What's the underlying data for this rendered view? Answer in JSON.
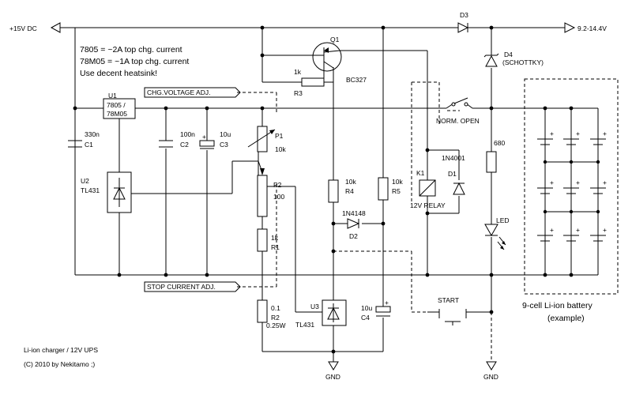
{
  "notes": {
    "line1": "7805 = ~2A top chg. current",
    "line2": "78M05 = ~1A top chg. current",
    "line3": "Use decent heatsink!"
  },
  "rails": {
    "vin": "+15V DC",
    "vout": "9.2-14.4V",
    "gnd1": "GND",
    "gnd2": "GND"
  },
  "title": {
    "line1": "Li-ion charger / 12V UPS",
    "line2": "(C) 2010 by Nekitamo ;)"
  },
  "adjust": {
    "chg": "CHG.VOLTAGE ADJ.",
    "stop": "STOP CURRENT ADJ."
  },
  "battery": {
    "line1": "9-cell Li-ion battery",
    "line2": "(example)"
  },
  "switch": {
    "start": "START",
    "relay_contact": "NORM. OPEN"
  },
  "components": {
    "u1": {
      "ref": "U1",
      "val1": "7805 /",
      "val2": "78M05"
    },
    "u2": {
      "ref": "U2",
      "val": "TL431"
    },
    "u3": {
      "ref": "U3",
      "val": "TL431"
    },
    "q1": {
      "ref": "Q1",
      "val": "BC327"
    },
    "c1": {
      "ref": "C1",
      "val": "330n"
    },
    "c2": {
      "ref": "C2",
      "val": "100n"
    },
    "c3": {
      "ref": "C3",
      "val": "10u"
    },
    "c4": {
      "ref": "C4",
      "val": "10u"
    },
    "r1": {
      "ref": "R1",
      "val": "1k"
    },
    "r2": {
      "ref": "R2",
      "val": "0.1",
      "val2": "0.25W"
    },
    "r3": {
      "ref": "R3",
      "val": "1k"
    },
    "r4": {
      "ref": "R4",
      "val": "10k"
    },
    "r5": {
      "ref": "R5",
      "val": "10k"
    },
    "r6": {
      "val": "680"
    },
    "p1": {
      "ref": "P1",
      "val": "10k"
    },
    "p2": {
      "ref": "P2",
      "val": "100"
    },
    "d1": {
      "ref": "D1",
      "val": "1N4001"
    },
    "d2": {
      "ref": "D2",
      "val": "1N4148"
    },
    "d3": {
      "ref": "D3"
    },
    "d4": {
      "ref": "D4",
      "val": "(SCHOTTKY)"
    },
    "k1": {
      "ref": "K1",
      "val": "12V RELAY"
    },
    "led": {
      "val": "LED"
    }
  }
}
